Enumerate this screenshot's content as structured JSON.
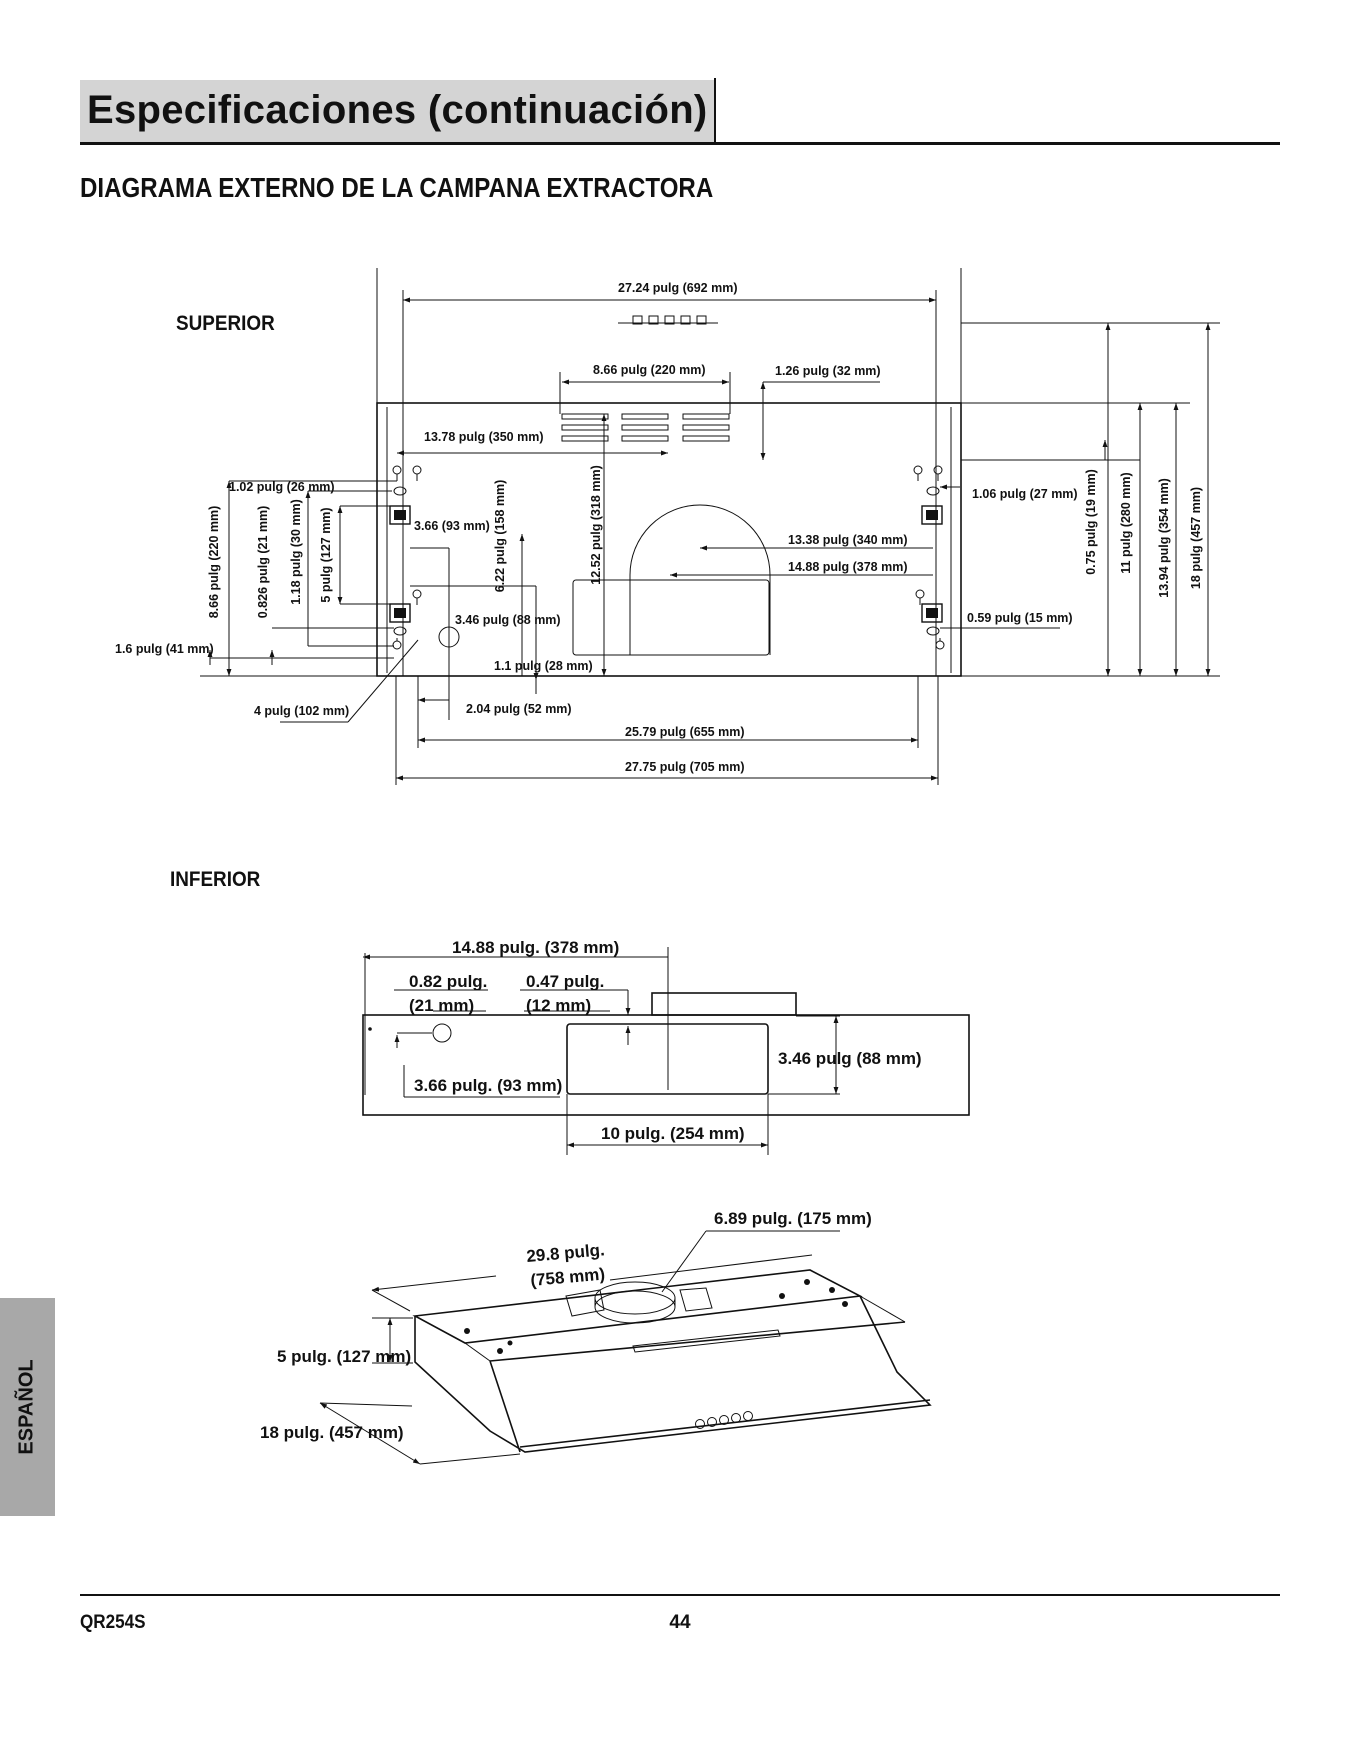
{
  "header": {
    "title": "Especificaciones (continuación)"
  },
  "section_title": "DIAGRAMA EXTERNO DE LA CAMPANA EXTRACTORA",
  "views": {
    "top": "SUPERIOR",
    "bottom": "INFERIOR"
  },
  "side_tab": "ESPAÑOL",
  "footer": {
    "model": "QR254S",
    "page": "44"
  },
  "dims_top": {
    "width_total": "27.24 pulg (692 mm)",
    "vent_width": "8.66 pulg (220 mm)",
    "vent_offset": "1.26 pulg (32 mm)",
    "vent_center": "13.78 pulg (350 mm)",
    "d_1_02": "1.02 pulg (26 mm)",
    "d_1_06": "1.06 pulg (27 mm)",
    "d_3_66": "3.66 (93 mm)",
    "d_6_22": "6.22  pulg (158 mm)",
    "d_12_52": "12.52 pulg (318 mm)",
    "d_13_38": "13.38 pulg (340 mm)",
    "d_14_88": "14.88 pulg (378 mm)",
    "d_8_66v": "8.66 pulg (220 mm)",
    "d_0_826": "0.826 pulg (21 mm)",
    "d_1_18": "1.18 pulg (30 mm)",
    "d_5": "5 pulg (127 mm)",
    "d_3_46": "3.46 pulg (88 mm)",
    "d_1_1": "1.1 pulg (28 mm)",
    "d_1_6": "1.6 pulg (41 mm)",
    "d_4": "4 pulg (102 mm)",
    "d_2_04": "2.04 pulg (52 mm)",
    "d_25_79": "25.79 pulg (655 mm)",
    "d_27_75": "27.75 pulg (705 mm)",
    "d_0_59": "0.59 pulg (15 mm)",
    "d_0_75": "0.75 pulg (19 mm)",
    "d_11": "11 pulg (280 mm)",
    "d_13_94": "13.94 pulg (354 mm)",
    "d_18": "18 pulg (457 mm)"
  },
  "dims_bottom": {
    "d_14_88": "14.88 pulg. (378 mm)",
    "d_0_82_a": "0.82 pulg.",
    "d_0_82_b": "(21 mm)",
    "d_0_47_a": "0.47 pulg.",
    "d_0_47_b": "(12 mm)",
    "d_3_46": "3.46 pulg (88 mm)",
    "d_3_66": "3.66 pulg. (93 mm)",
    "d_10": "10 pulg. (254 mm)"
  },
  "dims_iso": {
    "d_6_89": "6.89 pulg. (175 mm)",
    "d_29_8_a": "29.8 pulg.",
    "d_29_8_b": "(758 mm)",
    "d_5": "5 pulg. (127 mm)",
    "d_18": "18 pulg. (457 mm)"
  }
}
